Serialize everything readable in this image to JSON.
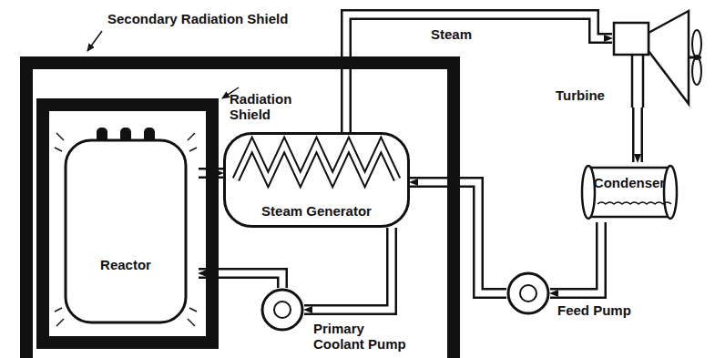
{
  "diagram": {
    "nodes": [
      {
        "text": [
          "Secondary Radiation Shield"
        ]
      },
      {
        "text": [
          "Radiation Shield"
        ],
        "in": 0
      },
      {
        "text": [
          "Reactor"
        ],
        "in": 1
      },
      {
        "text": [
          "Steam Generator"
        ],
        "in": 0
      },
      {
        "text": [
          "Primary Coolant Pump"
        ],
        "in": 0
      },
      {
        "text": [
          "Turbine"
        ]
      },
      {
        "text": [
          "Condenser"
        ]
      },
      {
        "text": [
          "Feed Pump"
        ]
      }
    ],
    "edges": [
      {
        "from": 2,
        "to": 3,
        "arrow": "to"
      },
      {
        "from": 3,
        "to": 4,
        "arrow": "to"
      },
      {
        "from": 4,
        "to": 2,
        "arrow": "to"
      },
      {
        "from": 3,
        "to": 5,
        "label": "Steam",
        "arrow": "to"
      },
      {
        "from": 5,
        "to": 6,
        "arrow": "to"
      },
      {
        "from": 6,
        "to": 7,
        "arrow": "to"
      },
      {
        "from": 7,
        "to": 3,
        "arrow": "to"
      }
    ]
  }
}
